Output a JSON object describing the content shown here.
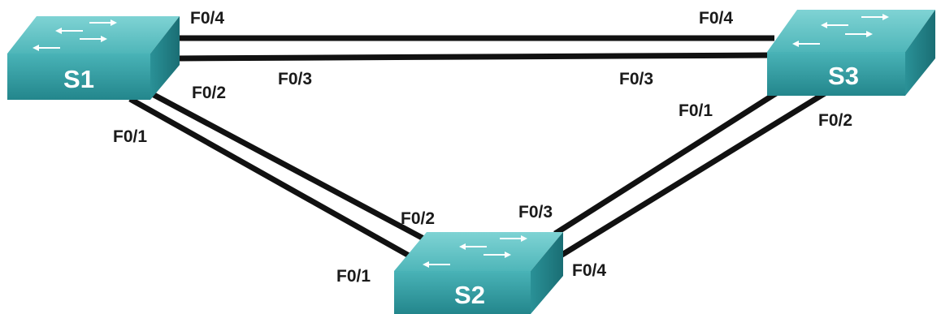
{
  "switches": {
    "s1": {
      "name": "S1",
      "icon": "network-switch-icon"
    },
    "s2": {
      "name": "S2",
      "icon": "network-switch-icon"
    },
    "s3": {
      "name": "S3",
      "icon": "network-switch-icon"
    }
  },
  "ports": {
    "s1_f04": "F0/4",
    "s1_f03": "F0/3",
    "s1_f02": "F0/2",
    "s1_f01": "F0/1",
    "s3_f04": "F0/4",
    "s3_f03": "F0/3",
    "s3_f01": "F0/1",
    "s3_f02": "F0/2",
    "s2_f02": "F0/2",
    "s2_f01": "F0/1",
    "s2_f03": "F0/3",
    "s2_f04": "F0/4"
  },
  "colors": {
    "switch_top": "#5ec4c6",
    "switch_front": "#2d9aa0",
    "switch_side": "#1f7c82",
    "link": "#111111",
    "label": "#1a1a1a",
    "switch_text": "#ffffff"
  }
}
